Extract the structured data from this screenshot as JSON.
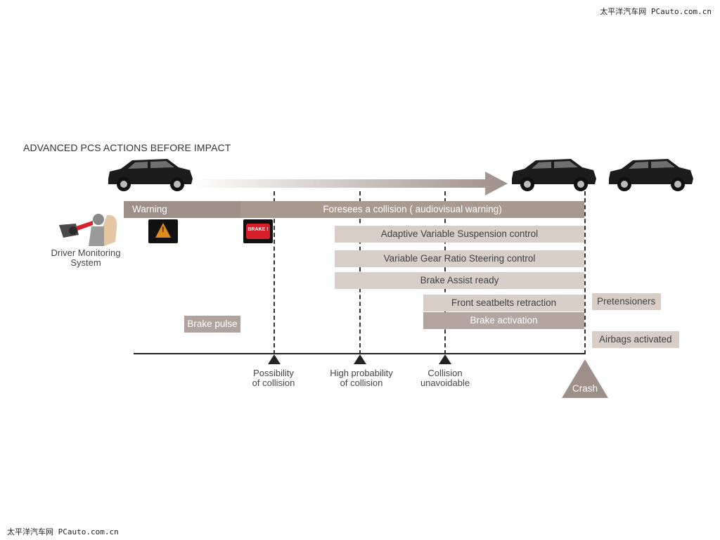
{
  "watermark_top": "太平洋汽车网 PCauto.com.cn",
  "watermark_bottom": "太平洋汽车网 PCauto.com.cn",
  "title": "ADVANCED PCS ACTIONS BEFORE IMPACT",
  "driver_monitoring": {
    "line1": "Driver Monitoring",
    "line2": "System",
    "icon": "driver-camera-icon"
  },
  "warning_icons": [
    {
      "name": "warning-triangle-icon",
      "text": "!"
    },
    {
      "name": "brake-warning-icon",
      "text": "BRAKE !"
    }
  ],
  "bars": {
    "warning": "Warning",
    "foresees": "Foresees a collision ( audiovisual warning)",
    "suspension": "Adaptive Variable Suspension control",
    "steering": "Variable Gear Ratio Steering control",
    "brake_assist": "Brake Assist ready",
    "seatbelts": "Front seatbelts retraction",
    "brake_activation": "Brake activation",
    "brake_pulse": "Brake pulse",
    "pretensioners": "Pretensioners",
    "airbags": "Airbags activated"
  },
  "milestones": [
    {
      "line1": "Possibility",
      "line2": "of collision"
    },
    {
      "line1": "High probability",
      "line2": "of collision"
    },
    {
      "line1": "Collision",
      "line2": "unavoidable"
    }
  ],
  "crash_label": "Crash",
  "colors": {
    "dark_bar": "#9e8f89",
    "light_bar": "#d8cdc7",
    "car": "#1c1c1c",
    "arrow": "#9e8f89"
  }
}
